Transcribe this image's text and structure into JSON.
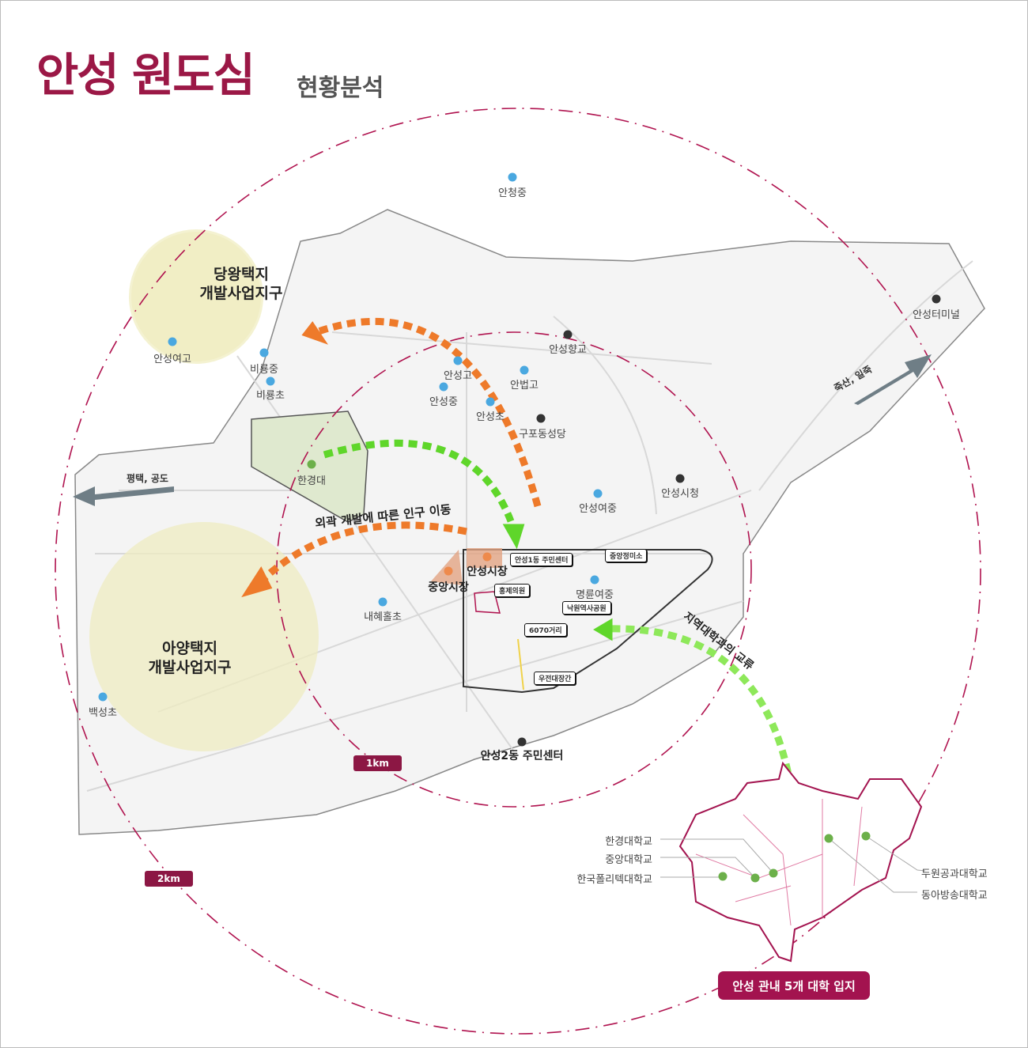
{
  "header": {
    "title": "안성 원도심",
    "subtitle": "현황분석"
  },
  "zones": {
    "dangwang": [
      "당왕택지",
      "개발사업지구"
    ],
    "ayang": [
      "아양택지",
      "개발사업지구"
    ]
  },
  "places": {
    "anchung": "안청중",
    "anseong_girls_high": "안성여고",
    "biryong_middle": "비룡중",
    "biryong_elem": "비룡초",
    "hankyong": "한경대",
    "anseong_high": "안성고",
    "anbeop_high": "안법고",
    "anseong_middle": "안성중",
    "anseong_elem": "안성초",
    "hyanggyo": "안성향교",
    "gupo_church": "구포동성당",
    "anseong_girls_middle": "안성여중",
    "city_hall": "안성시청",
    "terminal": "안성터미널",
    "baekseong": "백성초",
    "naehyehol": "내혜홀초",
    "jungang_market": "중앙시장",
    "anseong_market": "안성시장",
    "myeongryun": "명륜여중",
    "dong2_center": "안성2동 주민센터"
  },
  "callouts": {
    "dong1_center": "안성1동 주민센터",
    "mill": "중앙정미소",
    "clinic": "홍제의원",
    "park": "낙원역사공원",
    "street": "6070거리",
    "smithy": "우전대장간"
  },
  "arrows": {
    "west": "평택, 공도",
    "east": "죽산, 일죽",
    "migration": "외곽 개발에 따른 인구 이동",
    "exchange": "지역대학과의 교류"
  },
  "scale": {
    "r1": "1km",
    "r2": "2km"
  },
  "universities": {
    "left": [
      "한경대학교",
      "중앙대학교",
      "한국폴리텍대학교"
    ],
    "right": [
      "두원공과대학교",
      "동아방송대학교"
    ],
    "badge": "안성 관내 5개 대학 입지"
  },
  "colors": {
    "brand": "#9b1846",
    "school": "#4aa8e0",
    "facility": "#333333",
    "orange_arrow": "#ee7a2a",
    "green_arrow": "#5fd62a"
  }
}
